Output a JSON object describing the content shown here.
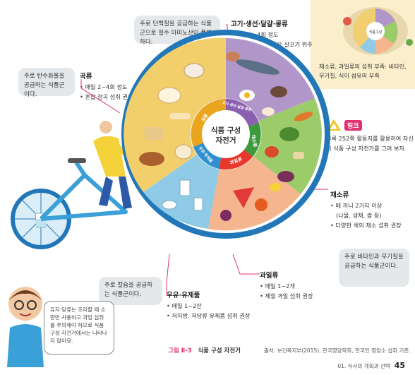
{
  "bubbles": {
    "grain": "주로 탄수화물을 공급하는 식품군이다.",
    "protein": "주로 단백질을 공급하는 식품군으로 필수 아미노산이 풍부하다.",
    "milk": "주로 칼슘을 공급하는 식품군이다.",
    "veg": "주로 비타민과 무기질을 공급하는 식품군이다.",
    "kid": "유지·당류는 조리할 때 소량만 사용하고 과잉 섭취를 주의해야 하므로 식품 구성 자전거에서는 나타나지 않아요."
  },
  "categories": {
    "grain": {
      "title": "곡류",
      "items": [
        "매일 2~4회 정도",
        "혼합 잡곡 섭취 권장"
      ]
    },
    "protein": {
      "title": "고기·생선·달걀·콩류",
      "items": [
        "매일 3~4회 정도",
        "동물성 지방이 적은 살코기 위주로 섭취 권장"
      ]
    },
    "vegetable": {
      "title": "채소류",
      "items": [
        "매 끼니 2가지 이상",
        "(나물, 생채, 쌈 등)",
        "다양한 색의 채소 섭취 권장"
      ]
    },
    "fruit": {
      "title": "과일류",
      "items": [
        "매일 1~2개",
        "제철 과일 섭취 권장"
      ]
    },
    "milk": {
      "title": "우유·유제품",
      "items": [
        "매일 1~2잔",
        "저지방, 저당류 유제품 섭취 권장"
      ]
    }
  },
  "wheel": {
    "hub": [
      "식품 구성",
      "자전거"
    ],
    "labels": [
      "곡류",
      "고기·생선·달걀·콩류",
      "채소류",
      "과일류",
      "우유·유제품"
    ]
  },
  "inset": {
    "caption": "채소류, 과일류의 섭취 부족: 비타민, 무기질, 식이 섬유의 부족",
    "plate_label": "식품구성"
  },
  "link": {
    "title": "링크",
    "text": "부록 252쪽 활동지를 활용하여 자신의 식품 구성 자전거를 그려 보자."
  },
  "figure": {
    "number": "그림 Ⅱ-3",
    "title": "식품 구성 자전거",
    "source": "출처: 보건복지부(2015), 한국영양학회, 한국인 영양소 섭취 기준."
  },
  "footer": {
    "section": "01. 식사의 계획과 선택",
    "page": "45"
  },
  "colors": {
    "grain": "#f2cf6b",
    "protein": "#b197c9",
    "vegetable": "#9ccc6a",
    "fruit": "#f5b58e",
    "milk": "#8fcbe6",
    "rim": "#2277b9"
  }
}
